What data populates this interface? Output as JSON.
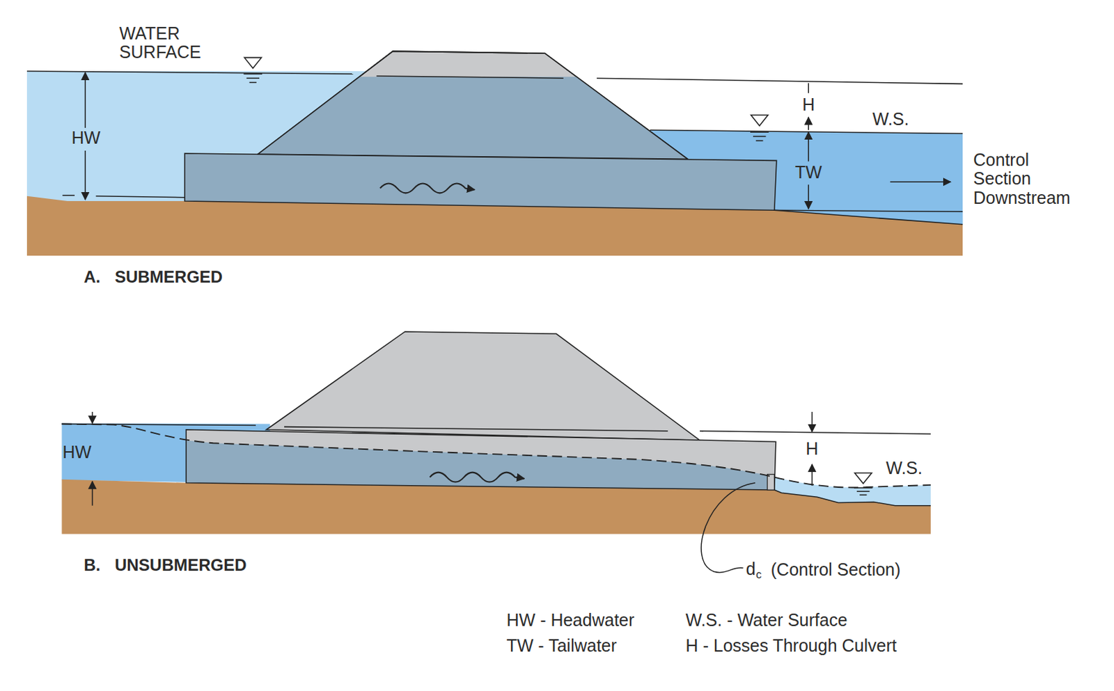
{
  "diagram": {
    "labels": [
      "WATER SURFACE",
      "HW",
      "H",
      "W.S.",
      "TW",
      "Control Section Downstream",
      "A. SUBMERGED",
      "HW",
      "H",
      "W.S.",
      "B. UNSUBMERGED",
      "d",
      "c",
      "(Control Section)",
      "HW - Headwater",
      "TW - Tailwater",
      "W.S. - Water Surface",
      "H - Losses Through Culvert"
    ]
  }
}
